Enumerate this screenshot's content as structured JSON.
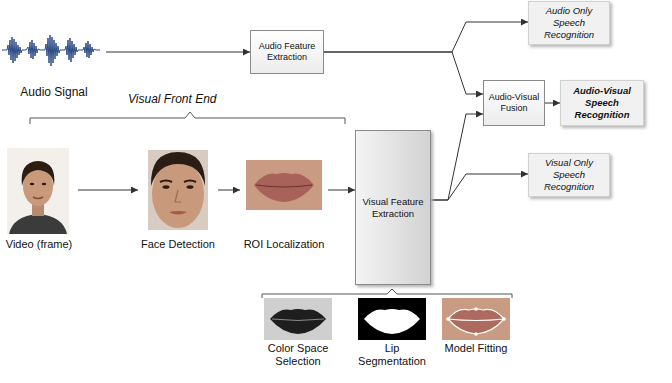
{
  "diagram": {
    "nodes": [
      {
        "text": [
          "Audio Signal"
        ]
      },
      {
        "text": [
          "Audio Feature Extraction"
        ]
      },
      {
        "text": [
          "Audio Only Speech Recognition"
        ]
      },
      {
        "text": [
          "Audio-Visual Fusion"
        ]
      },
      {
        "text": [
          "Audio-Visual Speech Recognition"
        ]
      },
      {
        "text": [
          "Video (frame)"
        ]
      },
      {
        "text": [
          "Face Detection"
        ]
      },
      {
        "text": [
          "ROI Localization"
        ]
      },
      {
        "text": [
          "Visual Feature Extraction"
        ]
      },
      {
        "text": [
          "Visual Only Speech Recognition"
        ]
      },
      {
        "text": [
          "Color Space Selection"
        ]
      },
      {
        "text": [
          "Lip Segmentation"
        ]
      },
      {
        "text": [
          "Model Fitting"
        ]
      }
    ],
    "edges": [
      {
        "from": 0,
        "to": 1,
        "arrow": "to"
      },
      {
        "from": 1,
        "to": 2,
        "arrow": "to"
      },
      {
        "from": 1,
        "to": 3,
        "arrow": "to"
      },
      {
        "from": 8,
        "to": 3,
        "arrow": "to"
      },
      {
        "from": 8,
        "to": 9,
        "arrow": "to"
      },
      {
        "from": 3,
        "to": 4,
        "arrow": "to"
      },
      {
        "from": 5,
        "to": 6,
        "arrow": "to"
      },
      {
        "from": 6,
        "to": 7,
        "arrow": "to"
      },
      {
        "from": 7,
        "to": 8,
        "arrow": "to"
      }
    ],
    "labels": [
      "Visual Front End"
    ]
  }
}
